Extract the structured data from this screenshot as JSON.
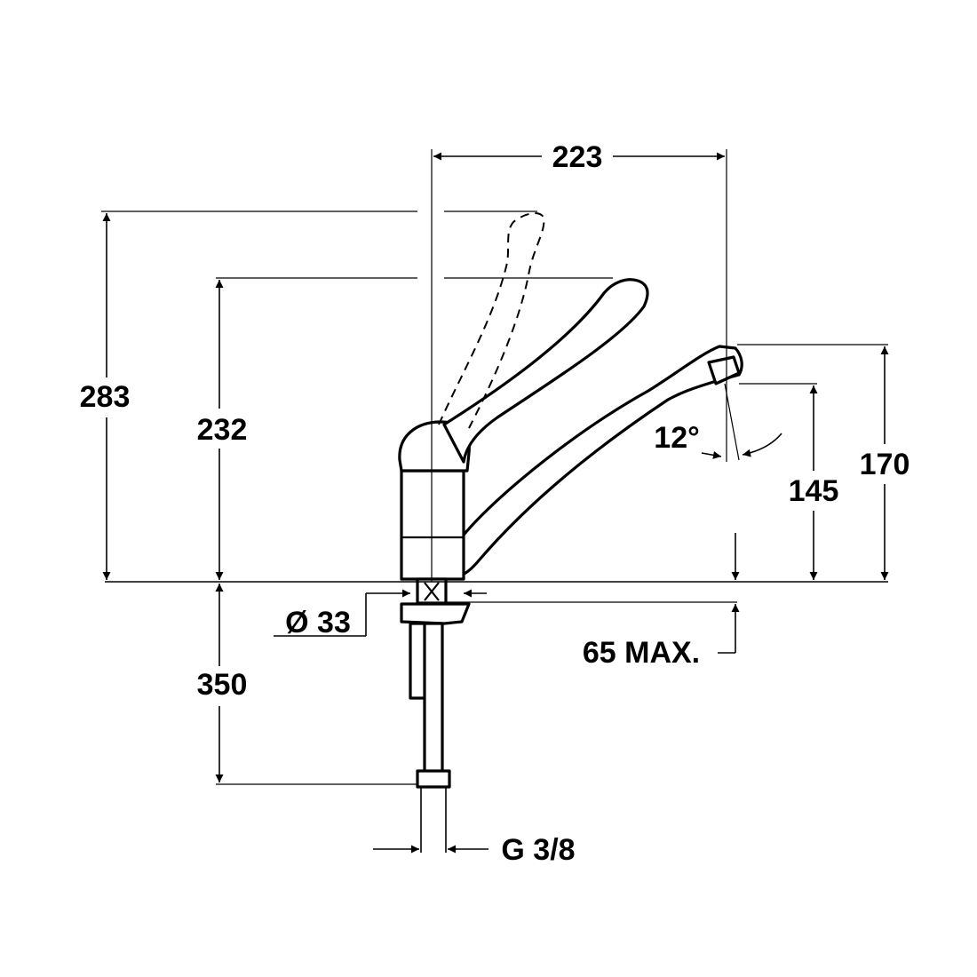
{
  "dimensions": {
    "spout_reach": "223",
    "total_height": "283",
    "lever_height": "232",
    "spout_height": "170",
    "aerator_height": "145",
    "spout_angle": "12°",
    "hole_diameter": "Ø 33",
    "max_deck_thickness": "65 MAX.",
    "hose_length": "350",
    "connection_thread": "G 3/8"
  }
}
